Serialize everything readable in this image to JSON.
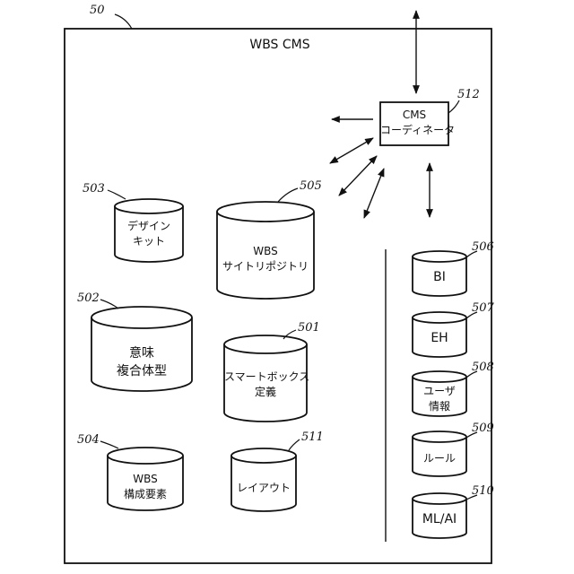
{
  "figure_ref": "50",
  "system_title": "WBS CMS",
  "coordinator": {
    "line1": "CMS",
    "line2": "コーディネータ",
    "ref": "512"
  },
  "databases": [
    {
      "id": "design_kit",
      "line1": "デザイン",
      "line2": "キット",
      "ref": "503"
    },
    {
      "id": "site_repository",
      "line1": "WBS",
      "line2": "サイトリポジトリ",
      "ref": "505"
    },
    {
      "id": "semantic_composite",
      "line1": "意味",
      "line2": "複合体型",
      "ref": "502"
    },
    {
      "id": "smartbox_definition",
      "line1": "スマートボックス",
      "line2": "定義",
      "ref": "501"
    },
    {
      "id": "wbs_components",
      "line1": "WBS",
      "line2": "構成要素",
      "ref": "504"
    },
    {
      "id": "layout",
      "line1": "レイアウト",
      "line2": "",
      "ref": "511"
    },
    {
      "id": "bi",
      "line1": "BI",
      "line2": "",
      "ref": "506"
    },
    {
      "id": "eh",
      "line1": "EH",
      "line2": "",
      "ref": "507"
    },
    {
      "id": "user_info",
      "line1": "ユーザ",
      "line2": "情報",
      "ref": "508"
    },
    {
      "id": "rules",
      "line1": "ルール",
      "line2": "",
      "ref": "509"
    },
    {
      "id": "ml_ai",
      "line1": "ML/AI",
      "line2": "",
      "ref": "510"
    }
  ]
}
